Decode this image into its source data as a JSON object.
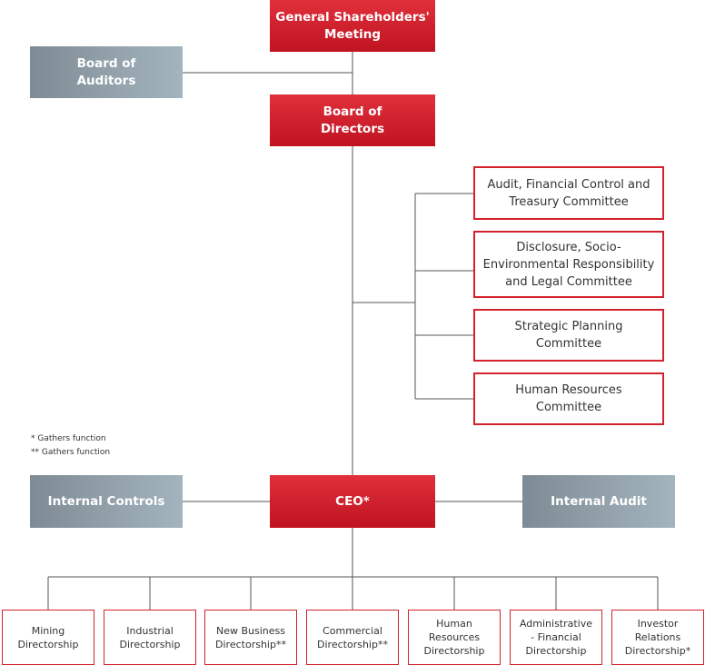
{
  "shareholders": "General Shareholders'\nMeeting",
  "auditors": "Board of\nAuditors",
  "board": "Board of\nDirectors",
  "committees": [
    "Audit, Financial Control and\nTreasury Committee",
    "Disclosure, Socio-\nEnvironmental Responsibility\nand Legal Committee",
    "Strategic Planning\nCommittee",
    "Human Resources\nCommittee"
  ],
  "notes": [
    "* Gathers function",
    "** Gathers function"
  ],
  "internal_controls": "Internal Controls",
  "ceo": "CEO*",
  "internal_audit": "Internal Audit",
  "directorships": [
    "Mining\nDirectorship",
    "Industrial\nDirectorship",
    "New Business\nDirectorship**",
    "Commercial\nDirectorship**",
    "Human\nResources\nDirectorship",
    "Administrative\n- Financial\nDirectorship",
    "Investor\nRelations\nDirectorship*"
  ]
}
